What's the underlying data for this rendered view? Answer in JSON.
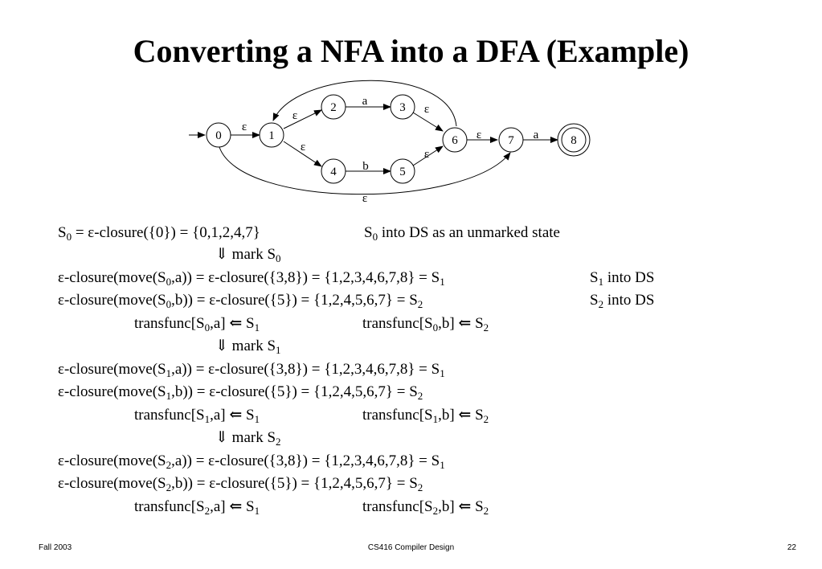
{
  "title": "Converting a NFA into a DFA (Example)",
  "diagram": {
    "states": [
      "0",
      "1",
      "2",
      "3",
      "4",
      "5",
      "6",
      "7",
      "8"
    ],
    "labels": {
      "e01": "ε",
      "e12": "ε",
      "e14": "ε",
      "e23": "a",
      "e45": "b",
      "e36": "ε",
      "e56": "ε",
      "e67": "ε",
      "e78": "a",
      "e07": "ε"
    }
  },
  "lines": {
    "s0_def": "S0 = ε-closure({0}) = {0,1,2,4,7}",
    "s0_note": "S0 into DS as an unmarked state",
    "mark0": "⇓ mark S0",
    "s0a": "ε-closure(move(S0,a)) = ε-closure({3,8}) = {1,2,3,4,6,7,8} = S1",
    "s0a_note": "S1  into DS",
    "s0b": "ε-closure(move(S0,b)) = ε-closure({5}) = {1,2,4,5,6,7} = S2",
    "s0b_note": "S2  into DS",
    "t0a": "transfunc[S0,a] ⇐ S1",
    "t0b": "transfunc[S0,b] ⇐ S2",
    "mark1": "⇓ mark S1",
    "s1a": "ε-closure(move(S1,a)) = ε-closure({3,8}) = {1,2,3,4,6,7,8} = S1",
    "s1b": "ε-closure(move(S1,b)) = ε-closure({5}) = {1,2,4,5,6,7} = S2",
    "t1a": "transfunc[S1,a] ⇐ S1",
    "t1b": "transfunc[S1,b] ⇐ S2",
    "mark2": "⇓ mark S2",
    "s2a": "ε-closure(move(S2,a)) = ε-closure({3,8}) = {1,2,3,4,6,7,8} = S1",
    "s2b": "ε-closure(move(S2,b)) = ε-closure({5}) = {1,2,4,5,6,7} = S2",
    "t2a": "transfunc[S2,a] ⇐ S1",
    "t2b": "transfunc[S2,b] ⇐ S2"
  },
  "footer": {
    "left": "Fall 2003",
    "center": "CS416 Compiler Design",
    "right": "22"
  }
}
